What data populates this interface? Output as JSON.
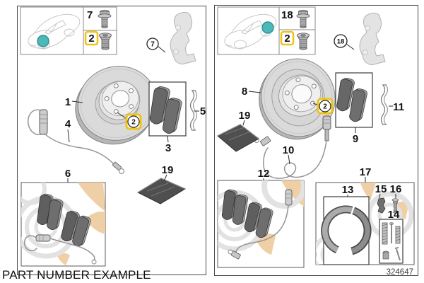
{
  "caption": "PART NUMBER EXAMPLE",
  "drawing_number": "324647",
  "colors": {
    "highlight": "#EFC319",
    "location_marker": "#4DB8B8"
  },
  "left_panel": {
    "legend": {
      "bolt": "7",
      "countersunk_screw": "2"
    },
    "callouts": {
      "carrier": "7",
      "disc": "1",
      "countersunk_screw": "2",
      "pad_set": "3",
      "wear_sensor": "4",
      "retaining_clip": "5",
      "pad_kit": "6",
      "grease_pack": "19"
    }
  },
  "right_panel": {
    "legend": {
      "bolt": "18",
      "countersunk_screw": "2"
    },
    "callouts": {
      "carrier": "18",
      "disc": "8",
      "countersunk_screw": "2",
      "pad_set": "9",
      "wear_sensor": "10",
      "retaining_clip": "11",
      "pad_kit": "12",
      "brake_shoes": "13",
      "hardware_kit": "14",
      "expander": "15",
      "adjuster": "16",
      "shoe_kit": "17",
      "grease_pack": "19"
    }
  }
}
